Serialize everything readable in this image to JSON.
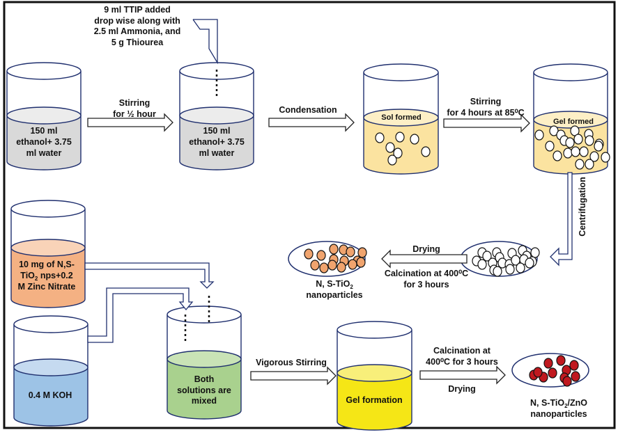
{
  "colors": {
    "outline": "#1f2f6e",
    "ethanol": "#d9d9d9",
    "ethanol_top": "#ececec",
    "sol": "#fbe3a0",
    "sol_top": "#fdefc6",
    "zinc": "#f4b183",
    "zinc_top": "#f9d3b8",
    "koh": "#9dc3e6",
    "koh_top": "#c5daf0",
    "mixed": "#a9d18e",
    "mixed_top": "#c9e3b6",
    "gel_yellow": "#f5e616",
    "gel_yellow_top": "#f8ef7a",
    "tio2_particle": "#f0a46e",
    "zno_particle": "#c0191f"
  },
  "top_row": {
    "additive_note": [
      "9 ml TTIP added",
      "drop wise along with",
      "2.5 ml Ammonia, and",
      "5 g Thiourea"
    ],
    "beaker1_label": [
      "150 ml",
      "ethanol+ 3.75",
      "ml water"
    ],
    "step1": [
      "Stirring",
      "for ½ hour"
    ],
    "beaker2_label": [
      "150 ml",
      "ethanol+ 3.75",
      "ml water"
    ],
    "step2": "Condensation",
    "beaker3_label": "Sol formed",
    "step3": [
      "Stirring",
      "for 4 hours at 85⁰C"
    ],
    "beaker4_label": "Gel formed"
  },
  "middle_row": {
    "centrifugation": "Centrifugation",
    "drying": "Drying",
    "calcination": [
      "Calcination at 400⁰C",
      "for 3 hours"
    ],
    "product1": {
      "line1_pre": "N, S-TiO",
      "sub": "2",
      "line2": "nanoparticles"
    }
  },
  "bottom_row": {
    "zinc_label": {
      "line1": "10 mg of N,S-",
      "line2_pre": "TiO",
      "line2_sub": "2",
      "line2_post": " nps+0.2",
      "line3": "M Zinc Nitrate"
    },
    "koh_label": "0.4 M KOH",
    "mixed_label": [
      "Both",
      "solutions are",
      "mixed"
    ],
    "step4": "Vigorous Stirring",
    "gel_label": "Gel formation",
    "step5": [
      "Calcination at",
      "400⁰C for 3 hours"
    ],
    "step5_drying": "Drying",
    "product2": {
      "line1_pre": "N, S-TiO",
      "sub": "2",
      "line1_post": "/ZnO",
      "line2": "nanoparticles"
    }
  }
}
